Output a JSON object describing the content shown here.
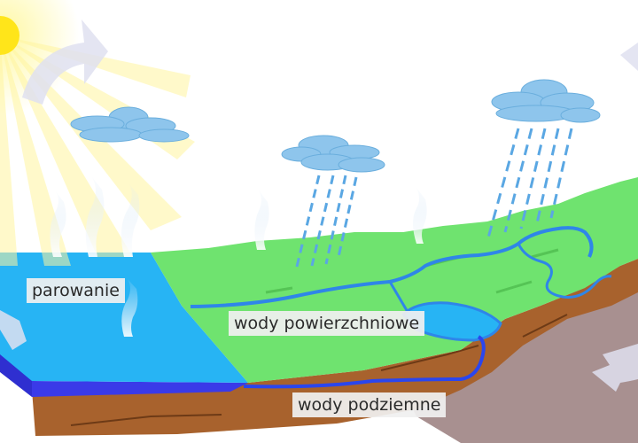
{
  "labels": {
    "evaporation": "parowanie",
    "surface_water": "wody powierzchniowe",
    "groundwater": "wody podziemne"
  },
  "colors": {
    "sky": "#ffffff",
    "sea_surface": "#27b4f4",
    "sea_deep": "#3a3ae8",
    "land": "#6fe36f",
    "soil": "#a8622d",
    "bedrock": "#a89090",
    "cloud": "#8ec5ec",
    "rain": "#5aa7e3",
    "river": "#2f86e8",
    "sun": "#ffe51a",
    "arrow": "#dfe0f0"
  },
  "icons": [
    "sun-icon",
    "cloud-icon",
    "rain-icon",
    "evaporation-arrow-icon",
    "circulation-arrow-icon"
  ]
}
